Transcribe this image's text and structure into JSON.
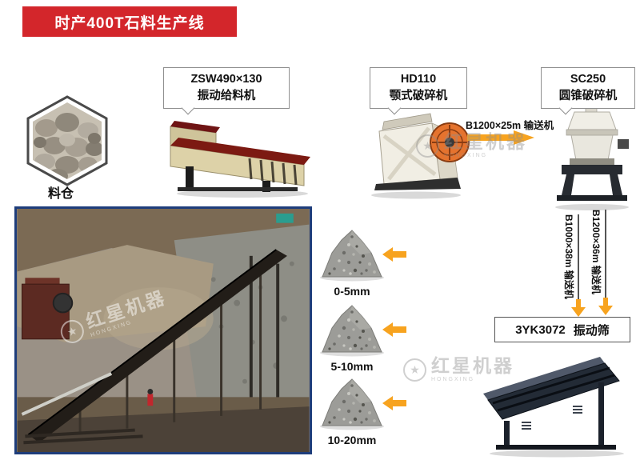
{
  "banner": {
    "title": "时产400T石料生产线",
    "bg": "#d3262b",
    "text_color": "#ffffff"
  },
  "hopper": {
    "label": "料仓"
  },
  "callouts": {
    "feeder": {
      "model": "ZSW490×130",
      "name": "振动给料机"
    },
    "jaw": {
      "model": "HD110",
      "name": "颚式破碎机"
    },
    "cone": {
      "model": "SC250",
      "name": "圆锥破碎机"
    }
  },
  "conveyors": {
    "jaw_to_cone": "B1200×25m 输送机",
    "to_screen_left": "B1000×38m 输送机",
    "to_screen_right": "B1200×36m 输送机"
  },
  "screen_label": {
    "model": "3YK3072",
    "name": "振动筛"
  },
  "products": [
    {
      "size": "0-5mm"
    },
    {
      "size": "5-10mm"
    },
    {
      "size": "10-20mm"
    }
  ],
  "watermark": {
    "cn": "红星机器",
    "en": "HONGXING"
  },
  "colors": {
    "arrow": "#f7a31f",
    "banner": "#d3262b",
    "photo_border": "#1e3d7b"
  }
}
